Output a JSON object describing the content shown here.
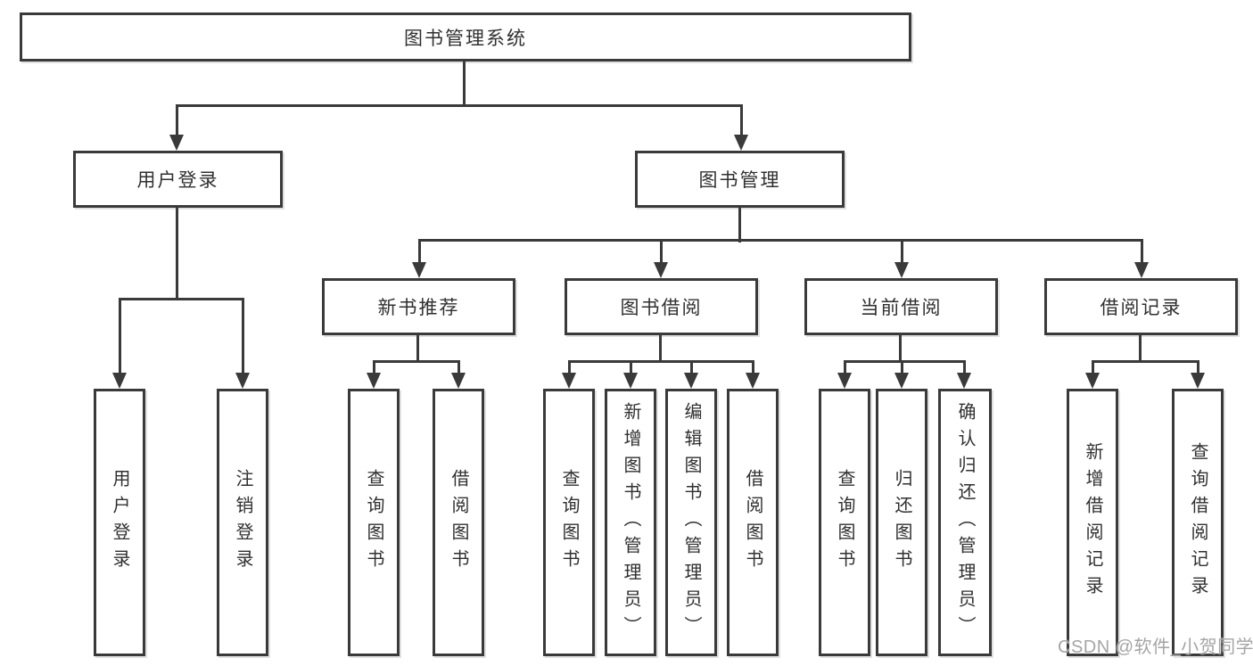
{
  "diagram": {
    "type": "hierarchy-tree",
    "root": {
      "label": "图书管理系统"
    },
    "level2": [
      {
        "label": "用户登录"
      },
      {
        "label": "图书管理"
      }
    ],
    "level3": [
      {
        "label": "新书推荐",
        "parent": "图书管理"
      },
      {
        "label": "图书借阅",
        "parent": "图书管理"
      },
      {
        "label": "当前借阅",
        "parent": "图书管理"
      },
      {
        "label": "借阅记录",
        "parent": "图书管理"
      }
    ],
    "leaves": {
      "user_login": [
        "用户登录",
        "注销登录"
      ],
      "new_book_recommend": [
        "查询图书",
        "借阅图书"
      ],
      "book_borrow": [
        "查询图书",
        "新增图书（管理员）",
        "编辑图书（管理员）",
        "借阅图书"
      ],
      "current_borrow": [
        "查询图书",
        "归还图书",
        "确认归还（管理员）"
      ],
      "borrow_records": [
        "新增借阅记录",
        "查询借阅记录"
      ]
    },
    "line_color": "#3a3a3a"
  },
  "watermark": {
    "text": "CSDN @软件_小贺同学",
    "color": "#a5a5a5"
  }
}
